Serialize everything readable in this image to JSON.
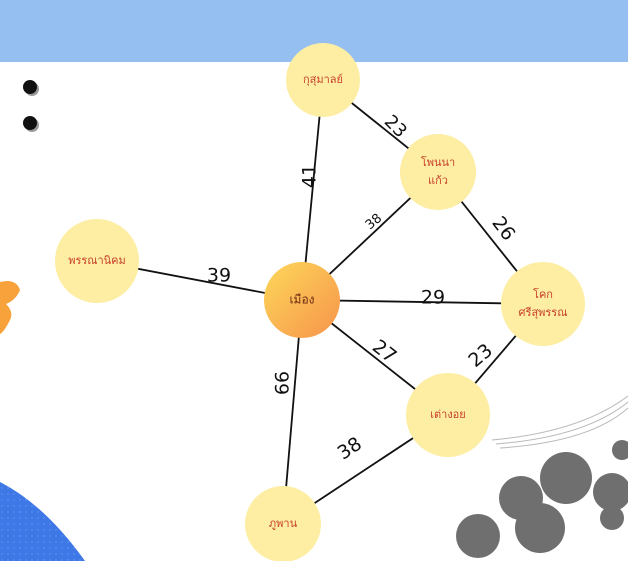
{
  "header": {
    "color": "#95bff0"
  },
  "bullets": [
    "",
    ""
  ],
  "colors": {
    "node_fill": "#fdeea3",
    "node_text": "#c8402a",
    "center_grad_start": "#fdd85a",
    "center_grad_end": "#f7934b",
    "edge": "#111111"
  },
  "graph": {
    "nodes": [
      {
        "id": "kusumalai",
        "lines": [
          "กุสุมาลย์"
        ]
      },
      {
        "id": "phonnakaeo",
        "lines": [
          "โพนนา",
          "แก้ว"
        ]
      },
      {
        "id": "phannanikhom",
        "lines": [
          "พรรณานิคม"
        ]
      },
      {
        "id": "mueang",
        "lines": [
          "เมือง"
        ],
        "center": true
      },
      {
        "id": "khok",
        "lines": [
          "โคก",
          "ศรีสุพรรณ"
        ]
      },
      {
        "id": "taongoi",
        "lines": [
          "เต่างอย"
        ]
      },
      {
        "id": "phuphan",
        "lines": [
          "ภูพาน"
        ]
      }
    ],
    "edges": [
      {
        "from": "kusumalai",
        "to": "phonnakaeo",
        "weight": "23"
      },
      {
        "from": "kusumalai",
        "to": "mueang",
        "weight": "41"
      },
      {
        "from": "phonnakaeo",
        "to": "mueang",
        "weight": "38"
      },
      {
        "from": "phonnakaeo",
        "to": "khok",
        "weight": "26"
      },
      {
        "from": "phannanikhom",
        "to": "mueang",
        "weight": "39"
      },
      {
        "from": "mueang",
        "to": "khok",
        "weight": "29"
      },
      {
        "from": "mueang",
        "to": "taongoi",
        "weight": "27"
      },
      {
        "from": "khok",
        "to": "taongoi",
        "weight": "23"
      },
      {
        "from": "mueang",
        "to": "phuphan",
        "weight": "66"
      },
      {
        "from": "taongoi",
        "to": "phuphan",
        "weight": "38"
      }
    ]
  }
}
